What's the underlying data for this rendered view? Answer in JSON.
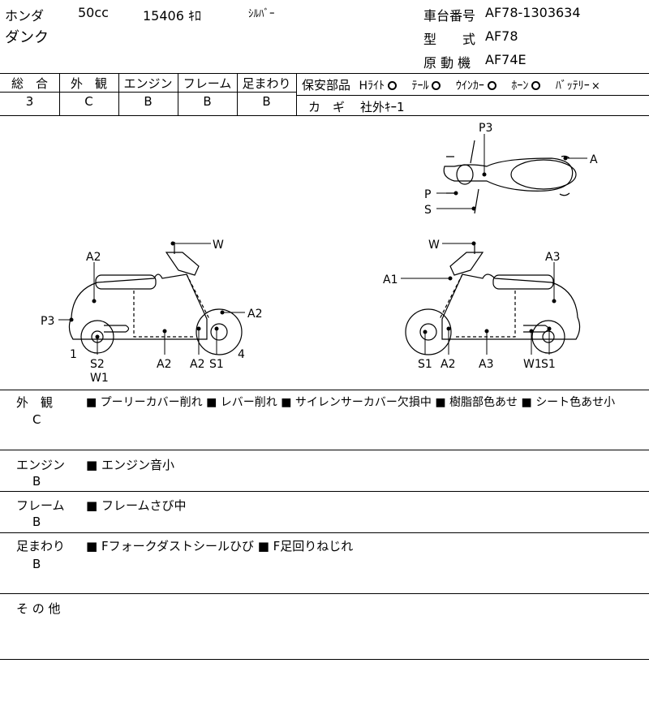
{
  "header": {
    "maker": "ホンダ",
    "displacement": "50cc",
    "mileage": "15406 ｷﾛ",
    "color": "ｼﾙﾊﾞｰ",
    "model_name": "ダンク",
    "frame_no_label": "車台番号",
    "frame_no": "AF78-1303634",
    "type_label": "型　　式",
    "type_value": "AF78",
    "engine_label": "原 動 機",
    "engine_value": "AF74E"
  },
  "grades": {
    "headers": [
      "総　合",
      "外　観",
      "エンジン",
      "フレーム",
      "足まわり"
    ],
    "values": [
      "3",
      "C",
      "B",
      "B",
      "B"
    ]
  },
  "safety": {
    "label": "保安部品",
    "items": [
      {
        "name": "Hﾗｲﾄ",
        "status": "ok"
      },
      {
        "name": "ﾃｰﾙ",
        "status": "ok"
      },
      {
        "name": "ｳｲﾝｶｰ",
        "status": "ok"
      },
      {
        "name": "ﾎｰﾝ",
        "status": "ok"
      },
      {
        "name": "ﾊﾞｯﾃﾘｰ",
        "status": "ng"
      }
    ],
    "ng_mark": "×",
    "key_label": "カ　ギ",
    "key_value": "社外ｷｰ1"
  },
  "diagram": {
    "top_labels": {
      "p3": "P3",
      "a": "A",
      "p": "P",
      "s": "S"
    },
    "left_labels": {
      "w": "W",
      "a2_top": "A2",
      "p3": "P3",
      "a2_right": "A2",
      "one": "1",
      "four": "4",
      "s2": "S2",
      "w1": "W1",
      "a2_b1": "A2",
      "a2_b2": "A2",
      "s1": "S1"
    },
    "right_labels": {
      "w": "W",
      "a3_top": "A3",
      "a1": "A1",
      "s1": "S1",
      "a2": "A2",
      "a3": "A3",
      "w1": "W1",
      "s1b": "S1"
    }
  },
  "sections": [
    {
      "title": "外　観",
      "grade": "C",
      "text": "■ プーリーカバー削れ ■ レバー削れ ■ サイレンサーカバー欠損中 ■ 樹脂部色あせ ■ シート色あせ小"
    },
    {
      "title": "エンジン",
      "grade": "B",
      "text": "■ エンジン音小"
    },
    {
      "title": "フレーム",
      "grade": "B",
      "text": "■ フレームさび中"
    },
    {
      "title": "足まわり",
      "grade": "B",
      "text": "■ Fフォークダストシールひび ■ F足回りねじれ"
    },
    {
      "title": "そ の 他",
      "grade": "",
      "text": ""
    }
  ]
}
